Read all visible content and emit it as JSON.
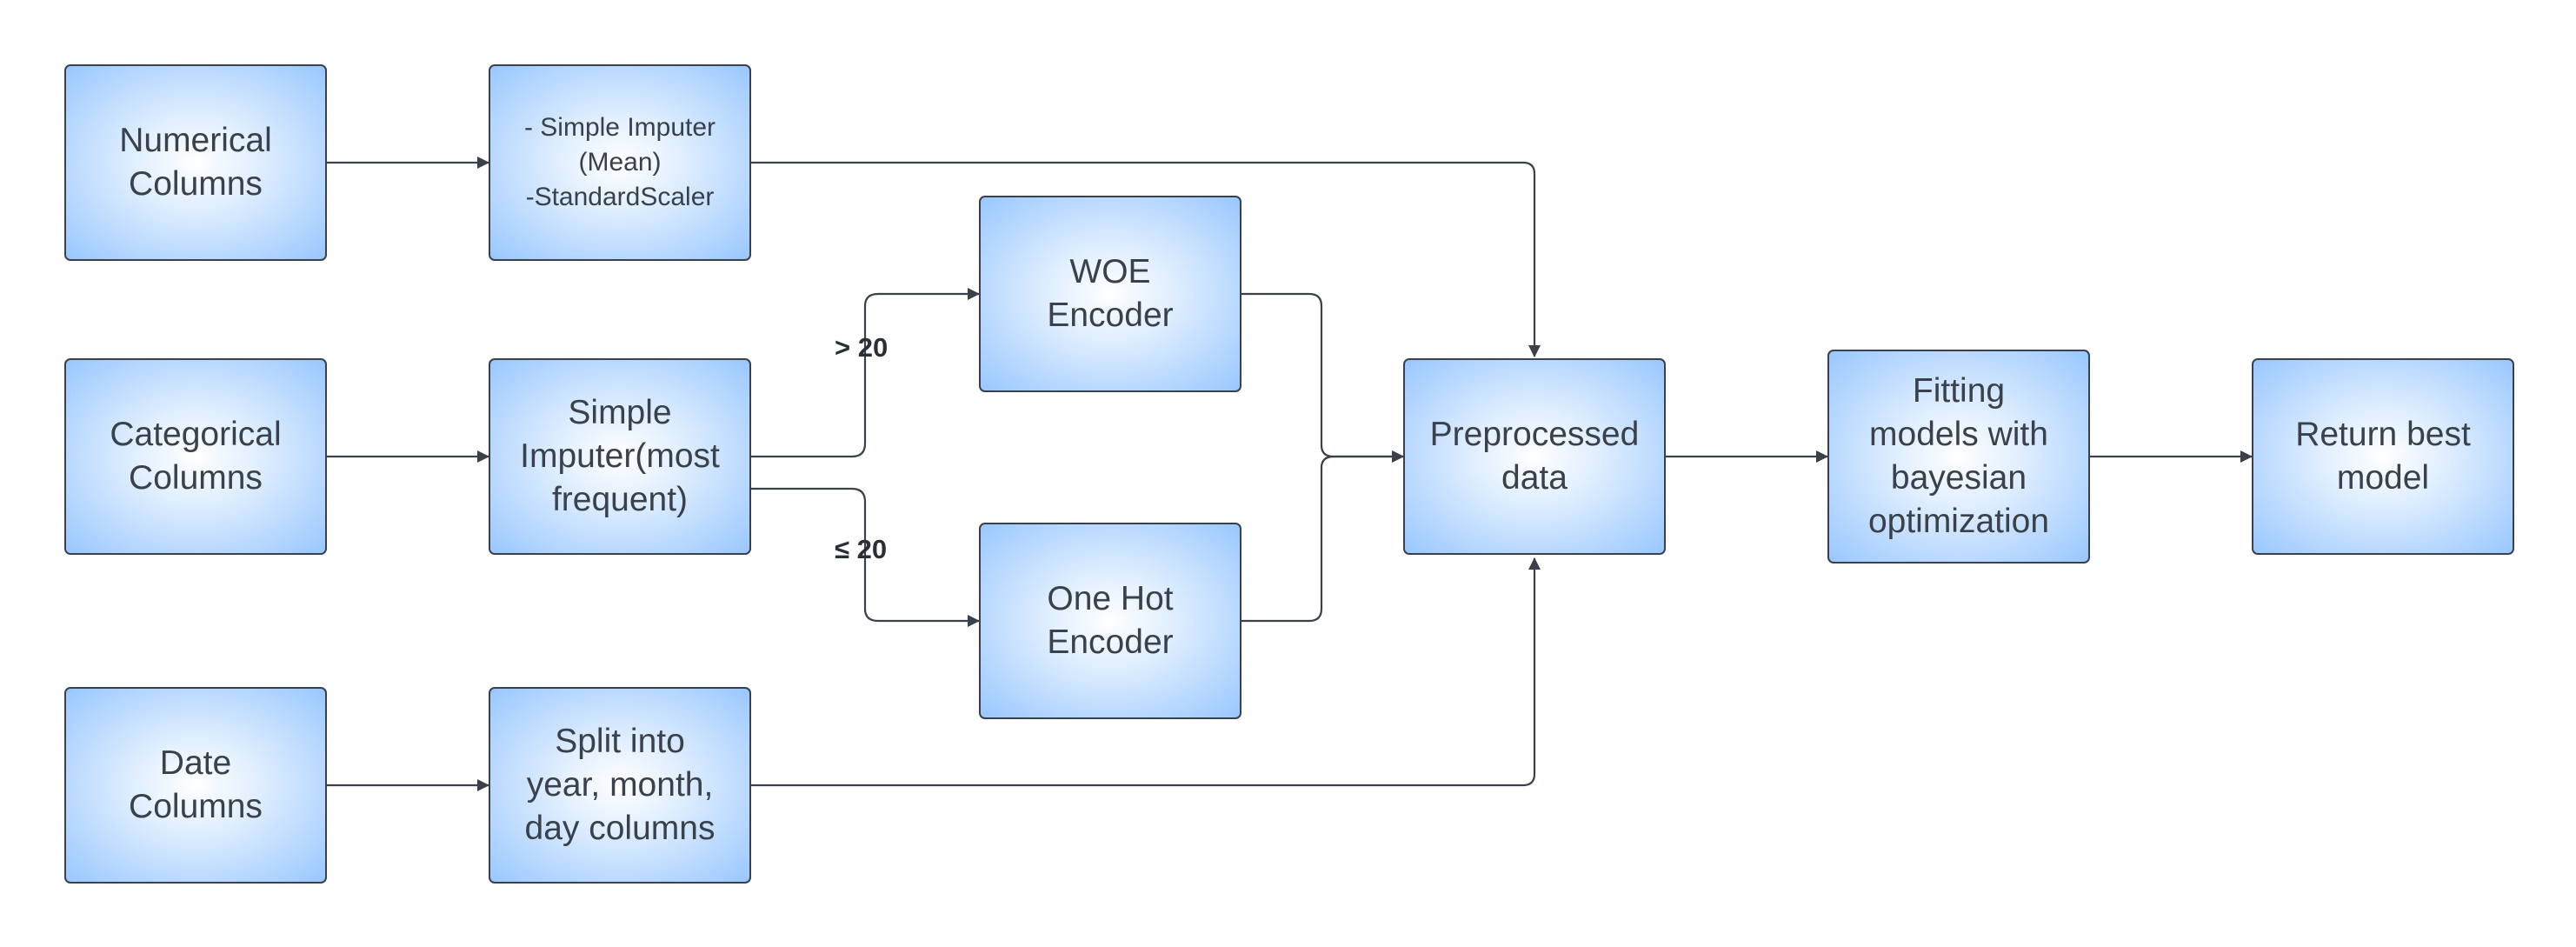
{
  "diagram": {
    "nodes": {
      "numerical_columns": "Numerical\nColumns",
      "categorical_columns": "Categorical\nColumns",
      "date_columns": "Date\nColumns",
      "numeric_pipeline": "- Simple Imputer\n(Mean)\n-StandardScaler",
      "simple_imputer_most_frequent": "Simple\nImputer(most\nfrequent)",
      "split_date": "Split into\nyear, month,\nday columns",
      "woe_encoder": "WOE\nEncoder",
      "one_hot_encoder": "One Hot\nEncoder",
      "preprocessed_data": "Preprocessed\ndata",
      "fitting_models": "Fitting\nmodels with\nbayesian\noptimization",
      "return_best_model": "Return best\nmodel"
    },
    "edge_labels": {
      "greater_than": "> 20",
      "less_equal": "≤ 20"
    }
  },
  "colors": {
    "node_fill_center": "#ffffff",
    "node_fill_edge": "#99c7ff",
    "stroke": "#3a414a"
  }
}
